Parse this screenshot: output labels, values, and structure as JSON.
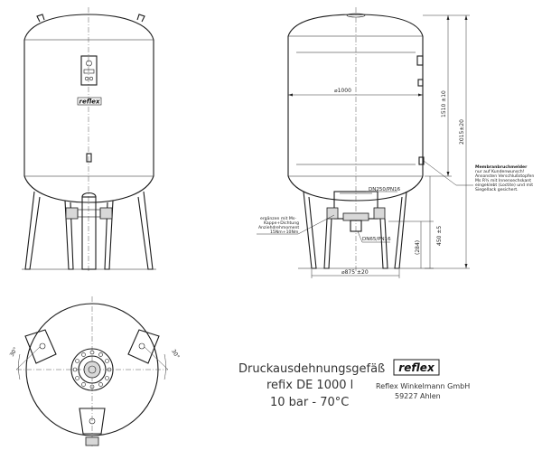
{
  "labels": {
    "logo_front": "reflex",
    "logo_tb": "reflex",
    "dim_diameter": "⌀1000",
    "dim_1510": "1510 ±10",
    "dim_2015": "2015±20",
    "dim_450": "450 ±5",
    "dim_284": "(284)",
    "dim_875": "⌀875 ±20",
    "dn250": "DN250/PN16",
    "dn65": "DN65/PN16",
    "angle_left": "30°",
    "angle_right": "30°"
  },
  "notes": {
    "membrane": [
      "Membranbruchmelder",
      "nur auf Kundenwunsch!",
      "Ansonsten Verschlußstopfen",
      "Ms R¾ mit Innensechskant",
      "eingeklebt (Loctite) und mit",
      "Siegellack gesichert."
    ],
    "flange": [
      "ergänzen mit Ms-",
      "Kappe+Dichtung",
      "Anziehdrehmoment",
      "15Nm+10Nm"
    ]
  },
  "titleblock": {
    "line1": "Druckausdehnungsgefäß",
    "line2": "refix DE 1000 l",
    "line3": "10 bar - 70°C",
    "company": "Reflex Winkelmann GmbH",
    "city": "59227 Ahlen"
  }
}
